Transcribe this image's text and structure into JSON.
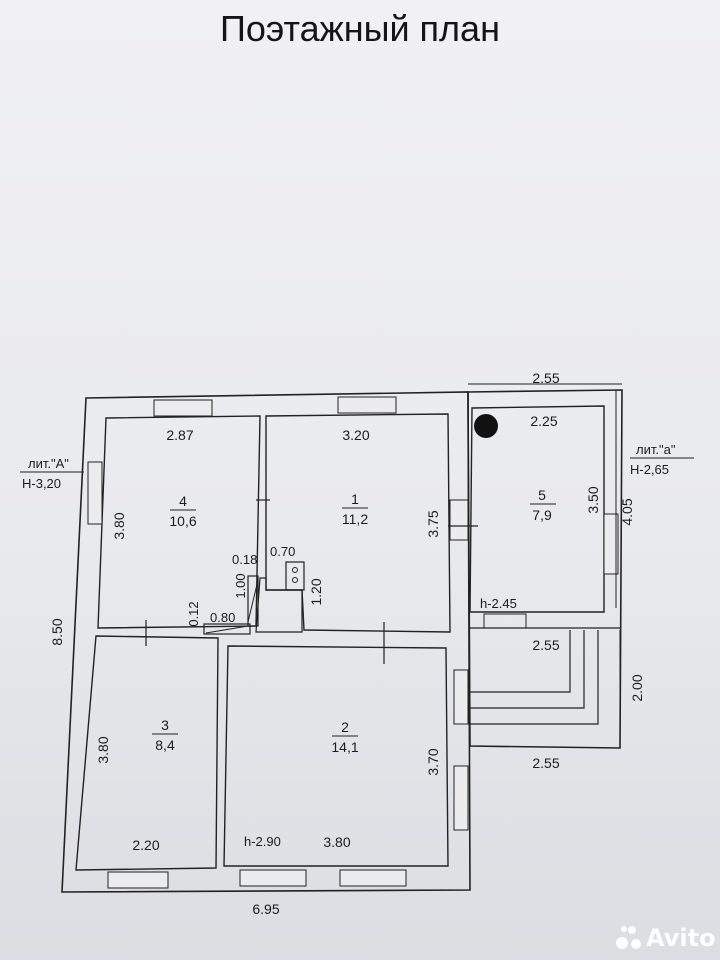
{
  "title": "Поэтажный план",
  "rooms": [
    {
      "number": "4",
      "area": "10,6"
    },
    {
      "number": "1",
      "area": "11,2"
    },
    {
      "number": "5",
      "area": "7,9"
    },
    {
      "number": "3",
      "area": "8,4"
    },
    {
      "number": "2",
      "area": "14,1"
    }
  ],
  "labels": {
    "lit_A": "лит.\"А\"",
    "h_A": "Н-3,20",
    "lit_a": "лит.\"а\"",
    "h_a": "Н-2,65",
    "h_245": "h-2.45",
    "h_290": "h-2.90"
  },
  "dims": {
    "d_255_top": "2.55",
    "d_225": "2.25",
    "d_287": "2.87",
    "d_320": "3.20",
    "d_380_r4": "3.80",
    "d_375": "3.75",
    "d_350": "3.50",
    "d_405": "4.05",
    "d_018": "0.18",
    "d_070": "0.70",
    "d_100": "1.00",
    "d_120": "1.20",
    "d_012": "0.12",
    "d_080": "0.80",
    "d_850": "8.50",
    "d_255_mid": "2.55",
    "d_200": "2.00",
    "d_380_r3": "3.80",
    "d_370": "3.70",
    "d_255_bot": "2.55",
    "d_220": "2.20",
    "d_380_bot": "3.80",
    "d_695": "6.95"
  },
  "watermark": "Avito"
}
